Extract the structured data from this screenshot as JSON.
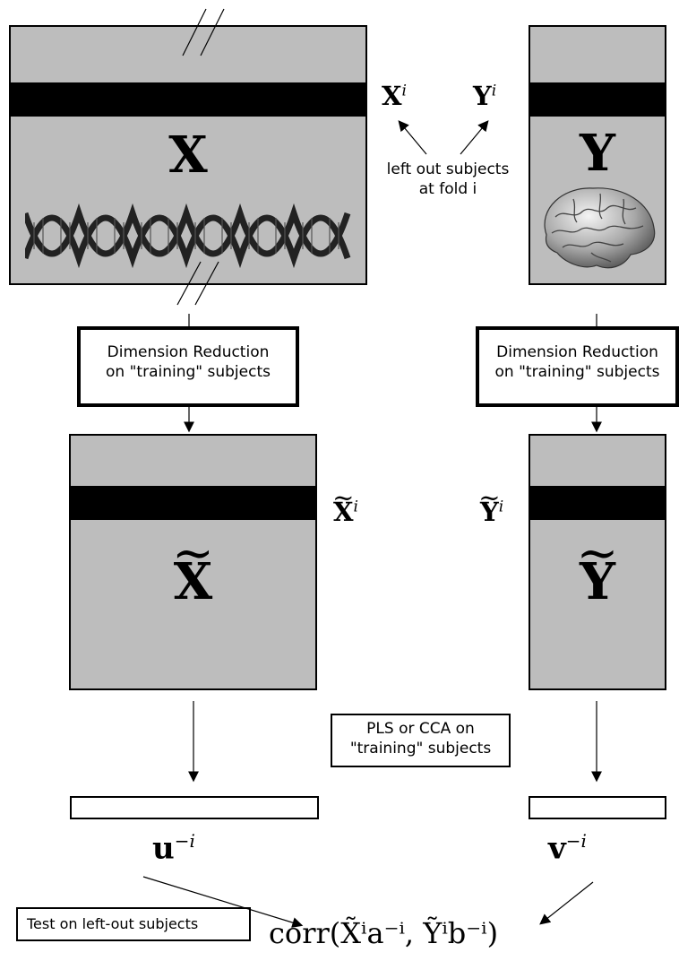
{
  "matrices": {
    "X": {
      "letter": "X"
    },
    "Y": {
      "letter": "Y"
    },
    "X_reduced": {
      "letter": "X"
    },
    "Y_reduced": {
      "letter": "Y"
    }
  },
  "labels": {
    "x_i": "X",
    "y_i": "Y",
    "x_tilde_i": "X",
    "y_tilde_i": "Y",
    "superscript_i": "i",
    "left_out_subjects": "left out subjects",
    "at_fold_i": "at fold i"
  },
  "steps": {
    "dim_reduction_left_line1": "Dimension Reduction",
    "dim_reduction_left_line2": "on \"training\" subjects",
    "dim_reduction_right_line1": "Dimension Reduction",
    "dim_reduction_right_line2": "on \"training\" subjects",
    "pls_cca_line1": "PLS or CCA on",
    "pls_cca_line2": "\"training\" subjects",
    "test_left_out": "Test on left-out subjects"
  },
  "vectors": {
    "u_label": "u",
    "v_label": "v",
    "minus_i": "−i"
  },
  "formula": {
    "corr": "corr(X̃ⁱa⁻ⁱ, Ỹⁱb⁻ⁱ)"
  },
  "icons": [
    "dna-helix-icon",
    "brain-icon"
  ]
}
